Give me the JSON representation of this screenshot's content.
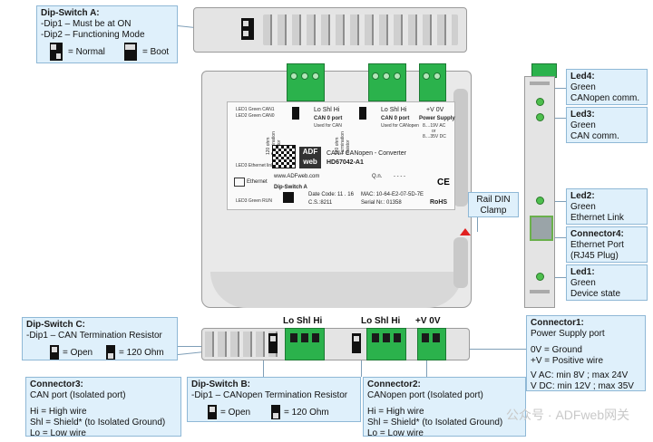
{
  "dip_a": {
    "title": "Dip-Switch A:",
    "line1": "-Dip1 – Must be at ON",
    "line2": "-Dip2 – Functioning Mode",
    "normal": "= Normal",
    "boot": "= Boot"
  },
  "dip_c": {
    "title": "Dip-Switch C:",
    "line1": "-Dip1 – CAN Termination Resistor",
    "open": "= Open",
    "ohm": "= 120 Ohm"
  },
  "dip_b": {
    "title": "Dip-Switch B:",
    "line1": "-Dip1 – CANopen Termination Resistor",
    "open": "= Open",
    "ohm": "= 120 Ohm"
  },
  "conn3": {
    "title": "Connector3:",
    "sub": "CAN port (Isolated port)",
    "hi": "Hi = High wire",
    "shl": "Shl = Shield* (to Isolated Ground)",
    "lo": "Lo = Low wire"
  },
  "conn2": {
    "title": "Connector2:",
    "sub": "CANopen port (Isolated port)",
    "hi": "Hi = High wire",
    "shl": "Shl = Shield* (to Isolated Ground)",
    "lo": "Lo = Low wire"
  },
  "conn1": {
    "title": "Connector1:",
    "sub": "Power Supply port",
    "gnd": "0V = Ground",
    "pos": "+V = Positive wire",
    "vac": "V AC: min 8V ; max 24V",
    "vdc": "V DC: min 12V ; max 35V"
  },
  "led4": {
    "title": "Led4:",
    "color": "Green",
    "desc": "CANopen comm."
  },
  "led3": {
    "title": "Led3:",
    "color": "Green",
    "desc": "CAN comm."
  },
  "led2": {
    "title": "Led2:",
    "color": "Green",
    "desc": "Ethernet Link"
  },
  "conn4": {
    "title": "Connector4:",
    "desc": "Ethernet Port",
    "sub": "(RJ45 Plug)"
  },
  "led1": {
    "title": "Led1:",
    "color": "Green",
    "desc": "Device state"
  },
  "rail": {
    "line1": "Rail DIN",
    "line2": "Clamp"
  },
  "bottom_labels": {
    "can": "Lo Shl Hi",
    "canopen": "Lo Shl Hi",
    "power": "+V 0V"
  },
  "label": {
    "led1": "LED1 Green CAN1",
    "led2": "LED2 Green CAN0",
    "led3": "LED3 Ethernet link",
    "led4": "LED3 Green RUN",
    "ethernet": "Ethernet",
    "can0_pins": "Lo  Shl  Hi",
    "can0_port": "CAN 0 port",
    "can0_used": "Used for CAN",
    "can1_pins": "Lo  Shl  Hi",
    "can1_port": "CAN 0 port",
    "can1_used": "Used for CANopen",
    "term1": "120 ohm Termination resistor",
    "term2": "120 ohm Termination resistor",
    "pwr_pins": "+V  0V",
    "pwr_title": "Power Supply",
    "pwr_v1": "8....19V AC",
    "pwr_or": "or",
    "pwr_v2": "8....35V DC",
    "brand1": "ADF",
    "brand2": "web",
    "product": "CAN / CANopen - Converter",
    "code": "HD67042-A1",
    "url": "www.ADFweb.com",
    "qn": "Q.n.",
    "qn_val": "- - - -",
    "dipa": "Dip-Switch A",
    "date": "Date Code: 11 . 16",
    "cs": "C.S.:8211",
    "mac": "MAC: 10-64-E2-07-5D-7E",
    "serial": "Serial Nr.: 01358",
    "ce": "CE",
    "rohs": "RoHS"
  },
  "watermark": "公众号 · ADFweb网关"
}
